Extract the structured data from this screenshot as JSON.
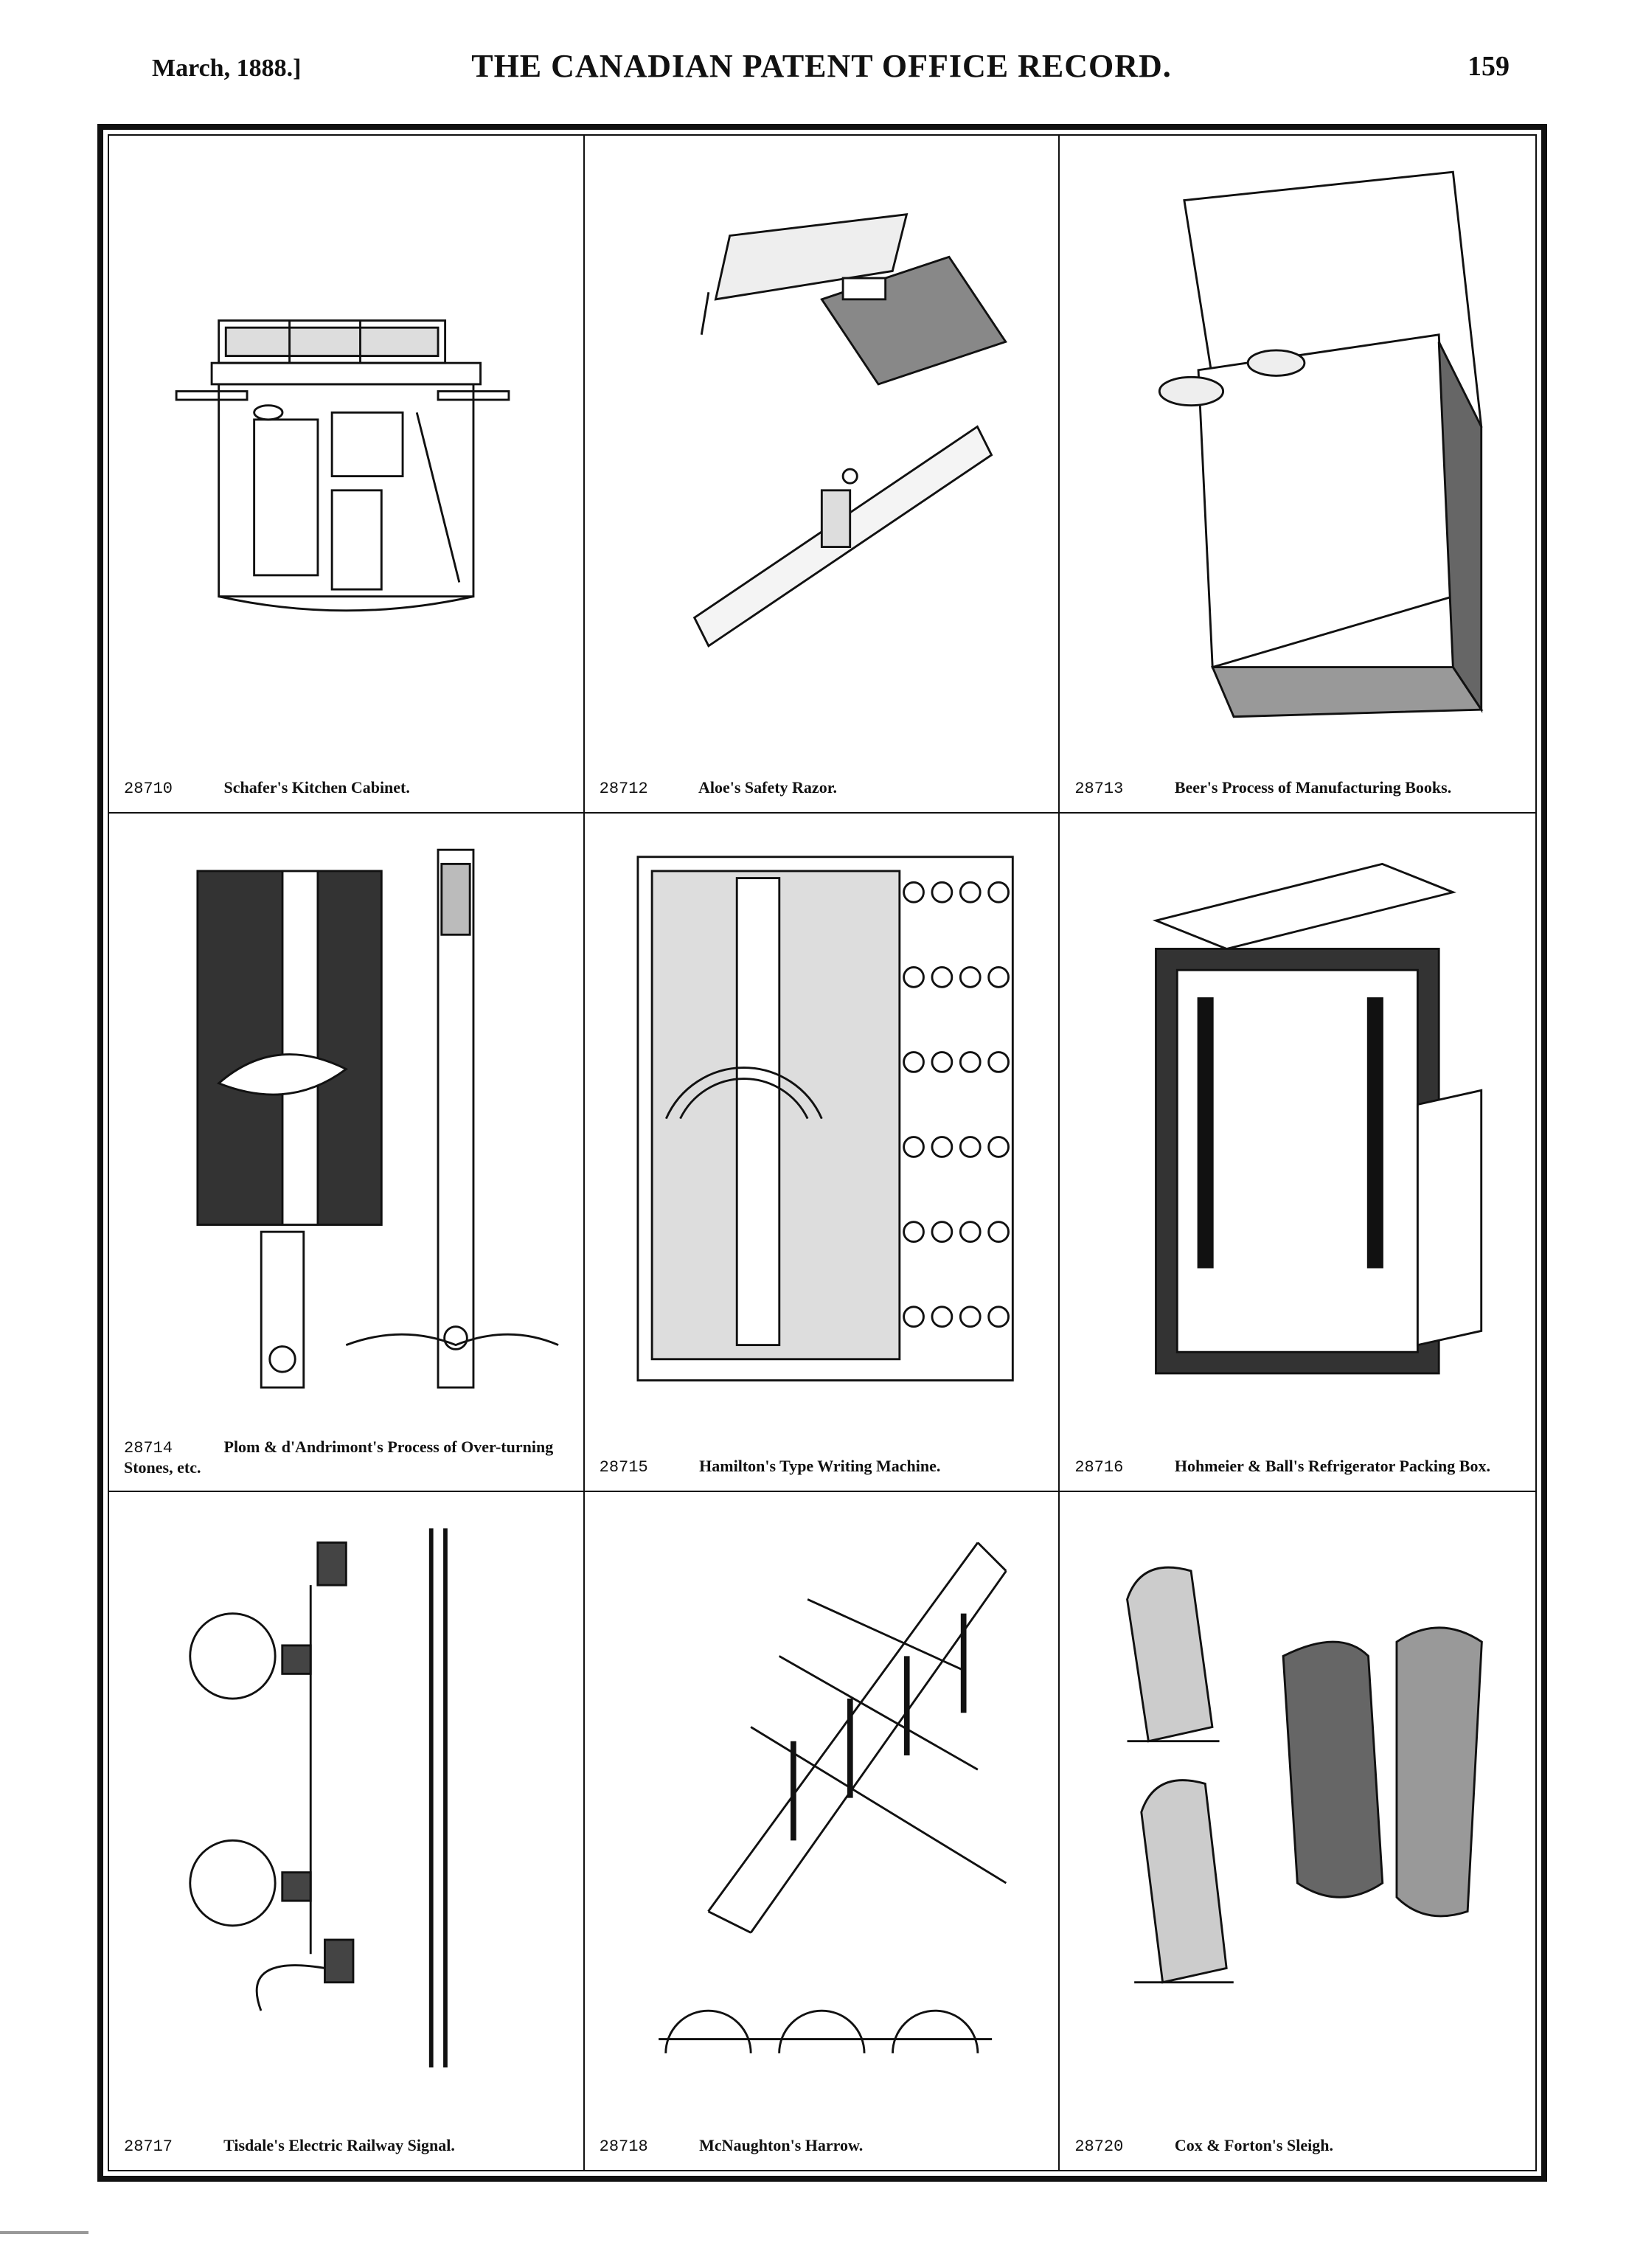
{
  "header": {
    "date": "March, 1888.]",
    "title": "THE CANADIAN PATENT OFFICE RECORD.",
    "page_number": "159"
  },
  "patents": [
    {
      "number": "28710",
      "title": "Schafer's Kitchen Cabinet."
    },
    {
      "number": "28712",
      "title": "Aloe's Safety Razor."
    },
    {
      "number": "28713",
      "title": "Beer's Process of Manufacturing Books."
    },
    {
      "number": "28714",
      "title": "Plom & d'Andrimont's Process of Over-turning Stones, etc."
    },
    {
      "number": "28715",
      "title": "Hamilton's Type Writing Machine."
    },
    {
      "number": "28716",
      "title": "Hohmeier & Ball's Refrigerator Packing Box."
    },
    {
      "number": "28717",
      "title": "Tisdale's Electric Railway Signal."
    },
    {
      "number": "28718",
      "title": "McNaughton's Harrow."
    },
    {
      "number": "28720",
      "title": "Cox & Forton's Sleigh."
    }
  ]
}
